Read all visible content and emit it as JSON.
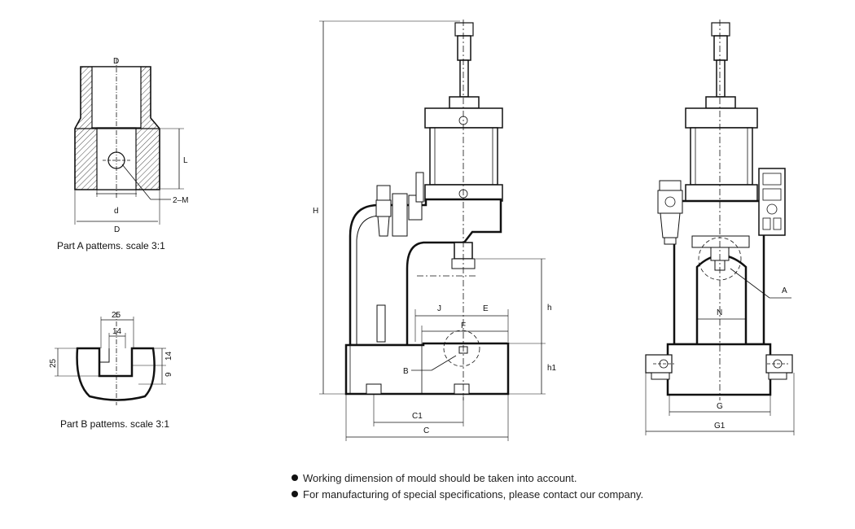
{
  "part_a": {
    "labels": {
      "top_d": "D",
      "inner_d": "d",
      "bottom_D": "D",
      "L": "L",
      "M": "2–M"
    },
    "caption": "Part A pattems. scale 3:1"
  },
  "part_b": {
    "labels": {
      "top": "25",
      "slot": "14",
      "left": "25",
      "right_a": "14",
      "right_b": "9"
    },
    "caption": "Part B pattems. scale 3:1"
  },
  "side_view": {
    "labels": {
      "H": "H",
      "h": "h",
      "h1": "h1",
      "J": "J",
      "E": "E",
      "F": "F",
      "B": "B",
      "C1": "C1",
      "C": "C"
    }
  },
  "front_view": {
    "labels": {
      "N": "N",
      "A": "A",
      "G": "G",
      "G1": "G1"
    }
  },
  "notes": [
    "Working dimension of mould should be taken into account.",
    "For manufacturing of special specifications, please contact our company."
  ]
}
